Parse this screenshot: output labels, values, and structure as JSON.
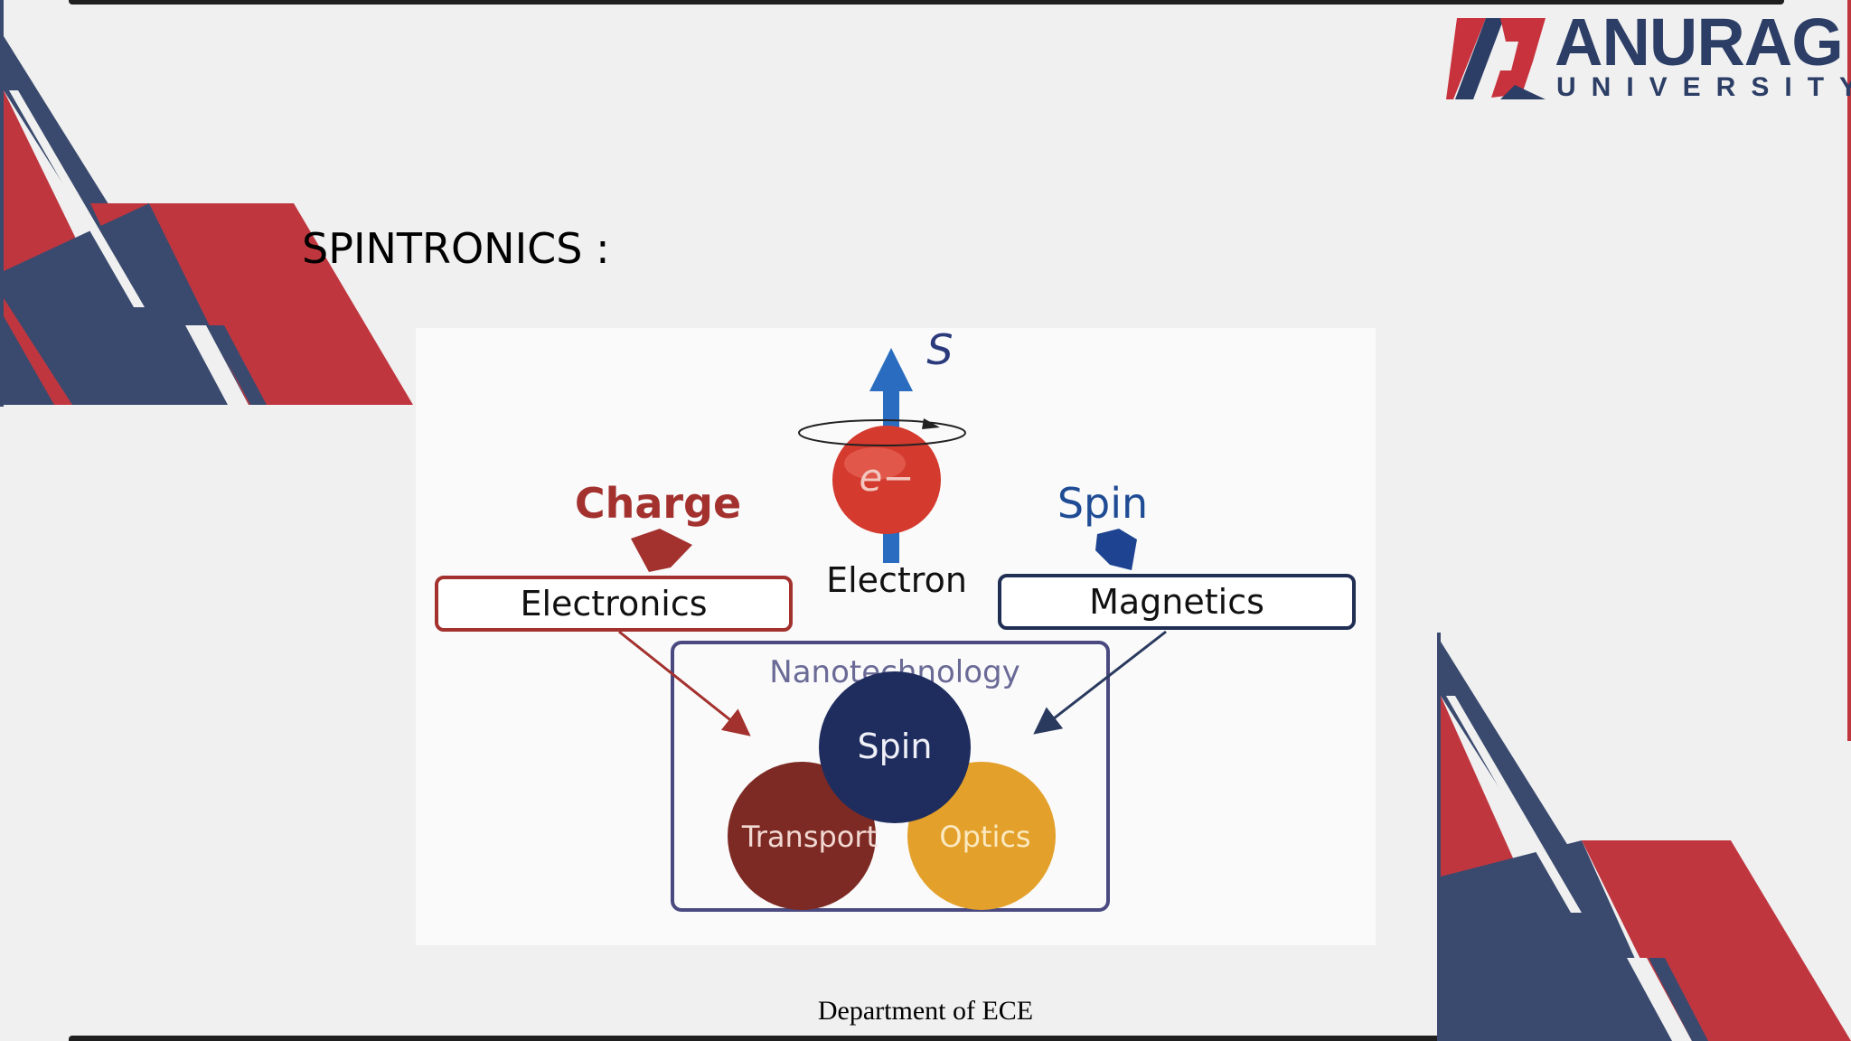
{
  "slide": {
    "title": "SPINTRONICS :",
    "footer": "Department of ECE"
  },
  "logo": {
    "line1": "ANURAG",
    "line2": "UNIVERSITY",
    "colors": {
      "red": "#c8323d",
      "navy": "#2c3e66"
    }
  },
  "diagram": {
    "spin_symbol": "S",
    "electron_symbol": "e−",
    "electron_label": "Electron",
    "charge_label": "Charge",
    "spin_label": "Spin",
    "electronics_box": "Electronics",
    "magnetics_box": "Magnetics",
    "nanotech_label": "Nanotechnology",
    "circle_spin": "Spin",
    "circle_transport": "Transport",
    "circle_optics": "Optics"
  },
  "colors": {
    "accent_red": "#c0363f",
    "accent_navy": "#3a4a6e",
    "charge_red": "#a3312e",
    "spin_blue": "#2a4b8f",
    "arrow_blue": "#2a6dc0"
  }
}
